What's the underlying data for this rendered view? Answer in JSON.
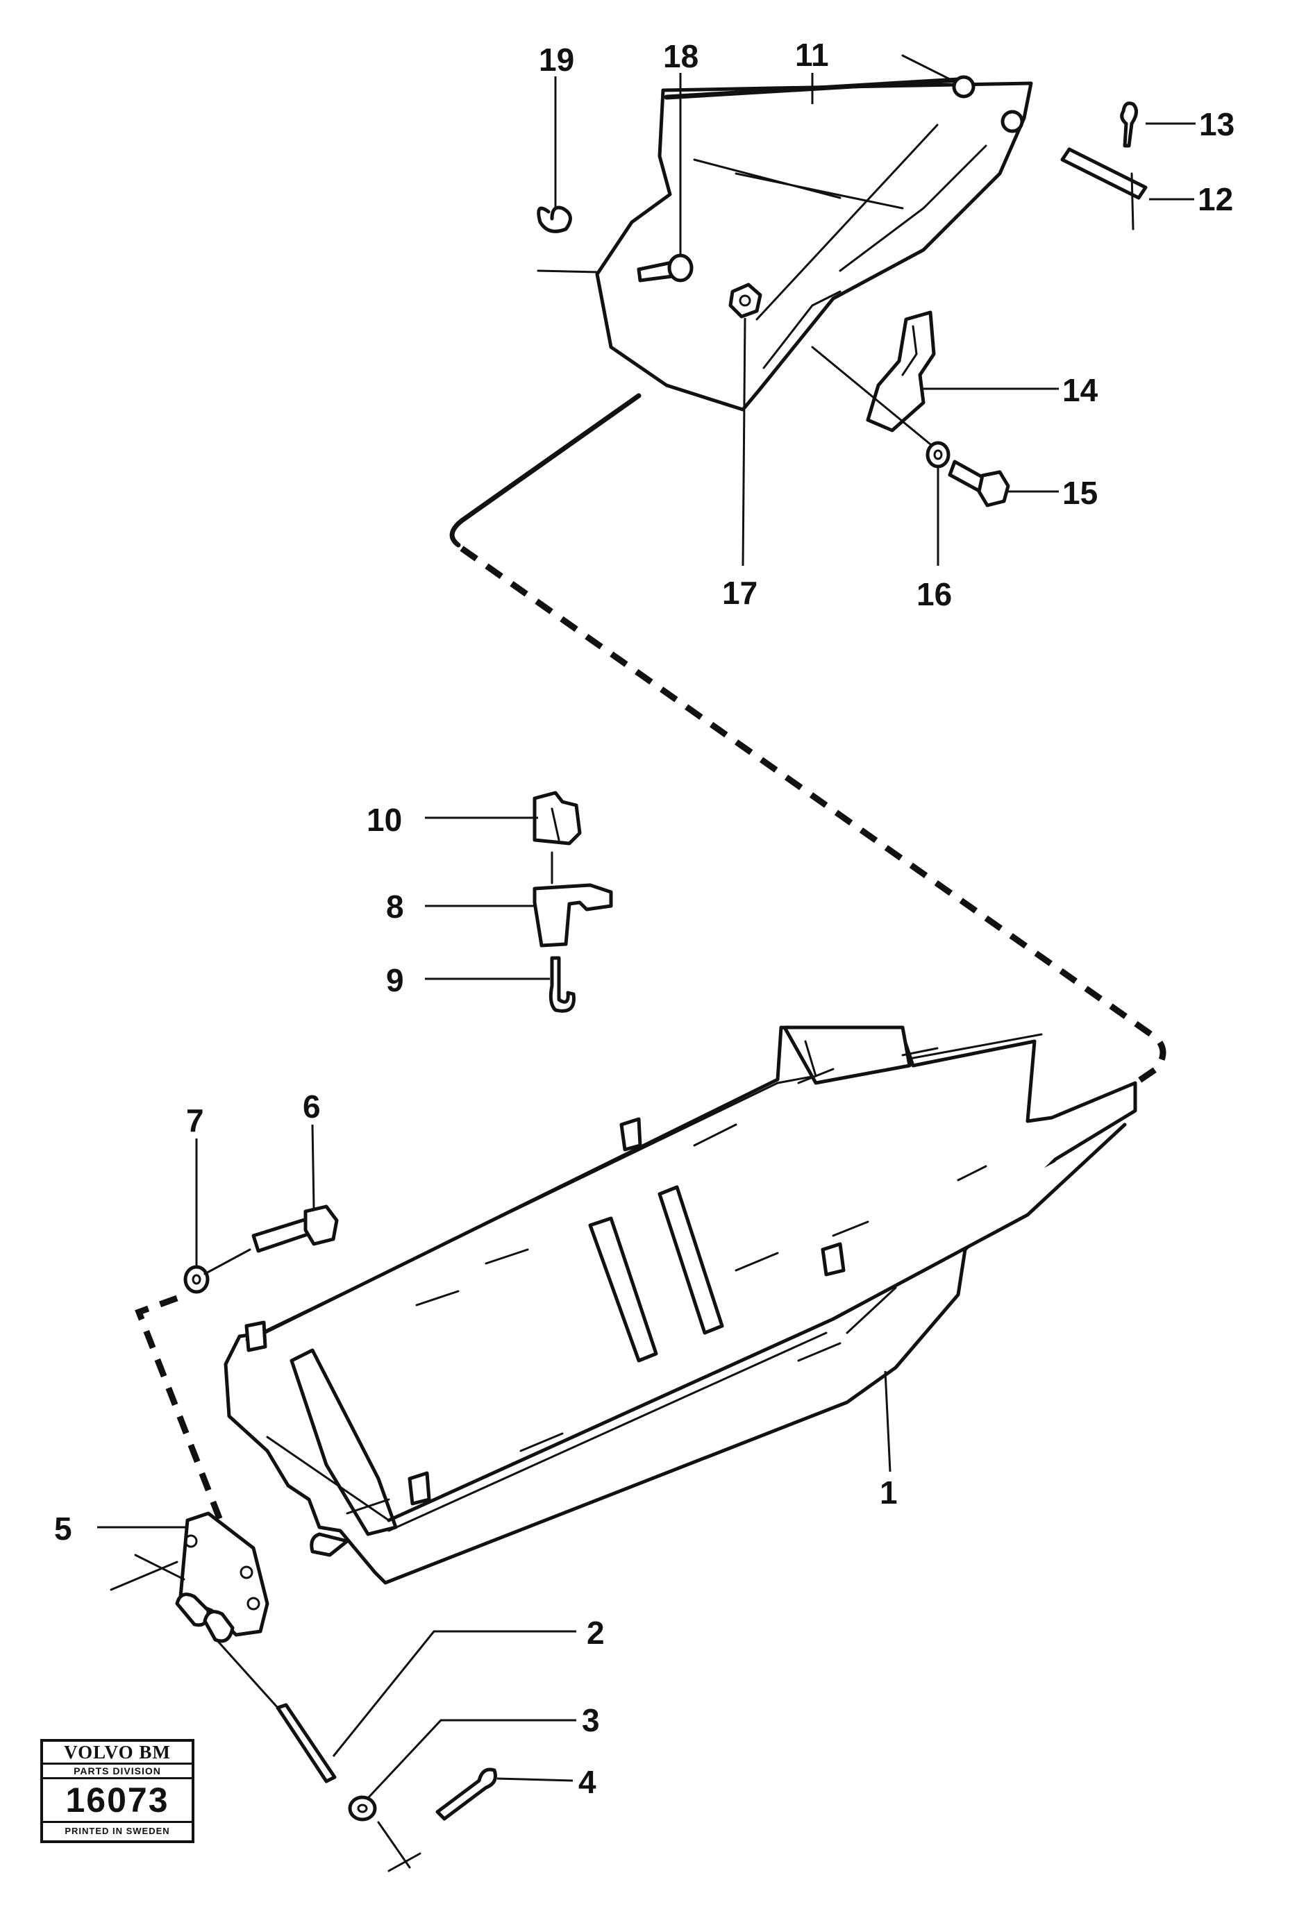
{
  "diagram": {
    "callouts": {
      "c1": "1",
      "c2": "2",
      "c3": "3",
      "c4": "4",
      "c5": "5",
      "c6": "6",
      "c7": "7",
      "c8": "8",
      "c9": "9",
      "c10": "10",
      "c11": "11",
      "c12": "12",
      "c13": "13",
      "c14": "14",
      "c15": "15",
      "c16": "16",
      "c17": "17",
      "c18": "18",
      "c19": "19"
    }
  },
  "badge": {
    "brand": "VOLVO BM",
    "division": "PARTS DIVISION",
    "number": "16073",
    "printed": "PRINTED IN SWEDEN"
  }
}
